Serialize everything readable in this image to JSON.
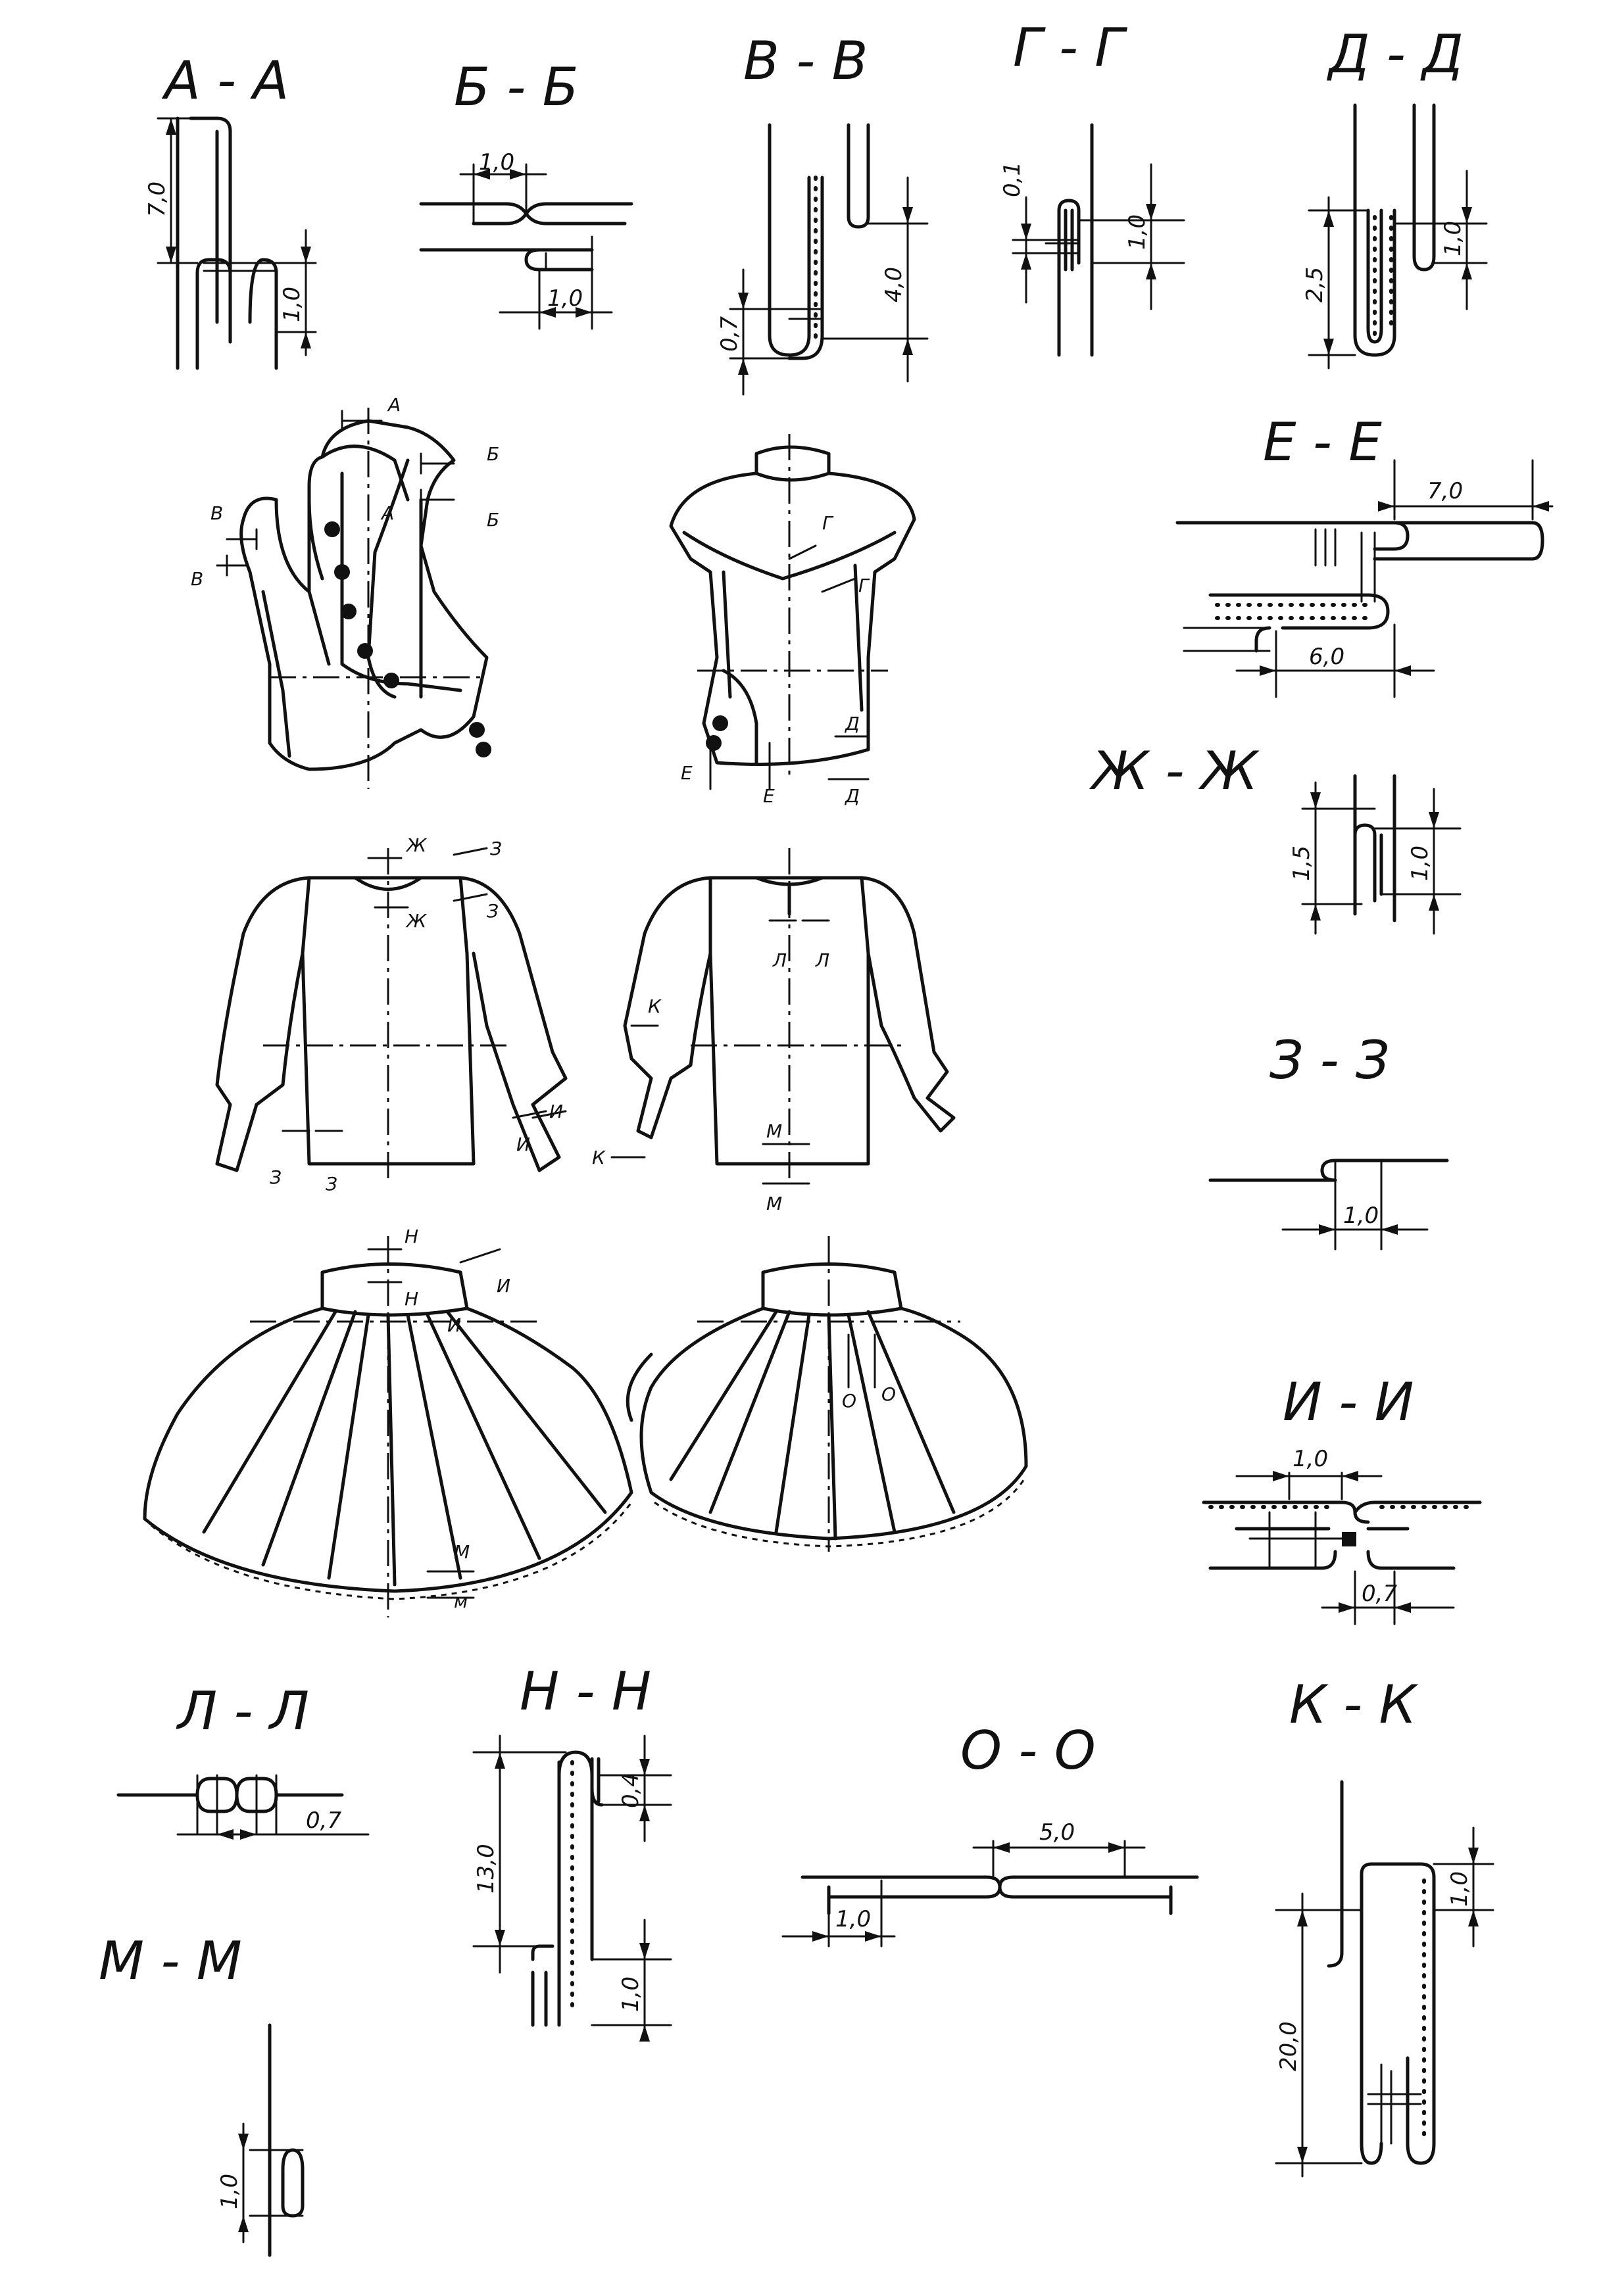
{
  "sections": {
    "aa": {
      "title": "А - А",
      "dims": [
        "7,0",
        "1,0"
      ]
    },
    "bb": {
      "title": "Б - Б",
      "dims": [
        "1,0",
        "1,0"
      ]
    },
    "vv": {
      "title": "В - В",
      "dims": [
        "0,7",
        "4,0"
      ]
    },
    "gg": {
      "title": "Г - Г",
      "dims": [
        "0,1",
        "1,0"
      ]
    },
    "dd": {
      "title": "Д - Д",
      "dims": [
        "2,5",
        "1,0"
      ]
    },
    "ee": {
      "title": "Е - Е",
      "dims": [
        "7,0",
        "6,0"
      ]
    },
    "zhzh": {
      "title": "Ж - Ж",
      "dims": [
        "1,5",
        "1,0"
      ]
    },
    "zz": {
      "title": "З - З",
      "dims": [
        "1,0"
      ]
    },
    "ii": {
      "title": "И - И",
      "dims": [
        "1,0",
        "0,7"
      ]
    },
    "ll": {
      "title": "Л - Л",
      "dims": [
        "0,7"
      ]
    },
    "nn": {
      "title": "Н - Н",
      "dims": [
        "13,0",
        "0,4",
        "1,0"
      ]
    },
    "oo": {
      "title": "О - О",
      "dims": [
        "5,0",
        "1,0"
      ]
    },
    "kk": {
      "title": "К - К",
      "dims": [
        "1,0",
        "20,0"
      ]
    },
    "mm": {
      "title": "М - М",
      "dims": [
        "1,0"
      ]
    }
  },
  "garments": {
    "jacket_front_marks": [
      "А",
      "А",
      "Б",
      "Б",
      "В",
      "В"
    ],
    "jacket_back_marks": [
      "Г",
      "Г",
      "Д",
      "Д",
      "Е",
      "Е"
    ],
    "blouse_front_marks": [
      "Ж",
      "Ж",
      "З",
      "З",
      "З",
      "З",
      "И",
      "И"
    ],
    "blouse_back_marks": [
      "Л",
      "Л",
      "К",
      "К",
      "М",
      "М"
    ],
    "skirt_front_marks": [
      "Н",
      "Н",
      "И",
      "И",
      "М",
      "м"
    ],
    "skirt_back_marks": [
      "О",
      "О"
    ]
  }
}
